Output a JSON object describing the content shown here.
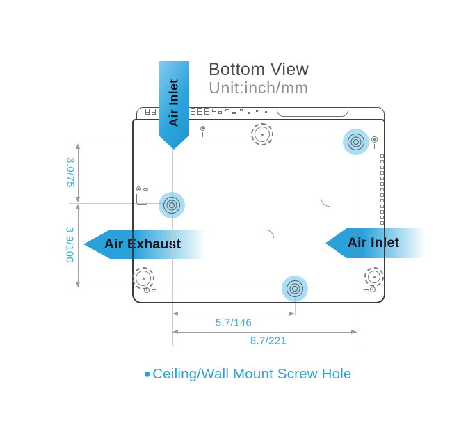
{
  "header": {
    "title": "Bottom View",
    "unit": "Unit:inch/mm"
  },
  "airflow": {
    "top": "Air Inlet",
    "left": "Air Exhaust",
    "right": "Air Inlet"
  },
  "dimensions": {
    "vertical_upper": "3.0/75",
    "vertical_lower": "3.9/100",
    "horizontal_inner": "5.7/146",
    "horizontal_outer": "8.7/221"
  },
  "legend": {
    "marker": "●",
    "label": "Ceiling/Wall Mount Screw Hole"
  },
  "colors": {
    "accent_blue": "#2AA1D9",
    "highlight_blue": "#A6D9F2",
    "dimension_text": "#3FA9DC",
    "outline_dark": "#3C3C3C",
    "guide_line": "#CBCBCB",
    "title_text": "#4A4A4A",
    "subtitle_text": "#8F8F8F"
  }
}
